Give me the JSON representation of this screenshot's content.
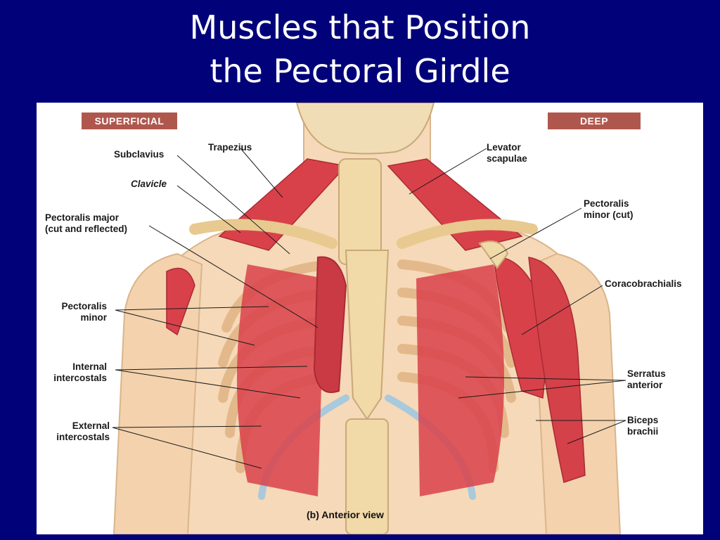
{
  "slide": {
    "title_line1": "Muscles that Position",
    "title_line2": "the Pectoral Girdle"
  },
  "figure": {
    "superficial_tag": "SUPERFICIAL",
    "deep_tag": "DEEP",
    "caption": "(b)  Anterior view",
    "labels_left": {
      "subclavius": "Subclavius",
      "clavicle": "Clavicle",
      "trapezius": "Trapezius",
      "pectoralis_major_1": "Pectoralis major",
      "pectoralis_major_2": "(cut and reflected)",
      "pectoralis_minor_1": "Pectoralis",
      "pectoralis_minor_2": "minor",
      "internal_intercostals_1": "Internal",
      "internal_intercostals_2": "intercostals",
      "external_intercostals_1": "External",
      "external_intercostals_2": "intercostals"
    },
    "labels_right": {
      "levator_scapulae_1": "Levator",
      "levator_scapulae_2": "scapulae",
      "pectoralis_minor_cut_1": "Pectoralis",
      "pectoralis_minor_cut_2": "minor (cut)",
      "coracobrachialis": "Coracobrachialis",
      "serratus_anterior_1": "Serratus",
      "serratus_anterior_2": "anterior",
      "biceps_brachii_1": "Biceps",
      "biceps_brachii_2": "brachii"
    },
    "colors": {
      "muscle": "#d9414a",
      "bone": "#f1d9a8",
      "skin": "#f6d9b8",
      "cartilage": "#a9c9dc",
      "background": "#010179"
    }
  }
}
